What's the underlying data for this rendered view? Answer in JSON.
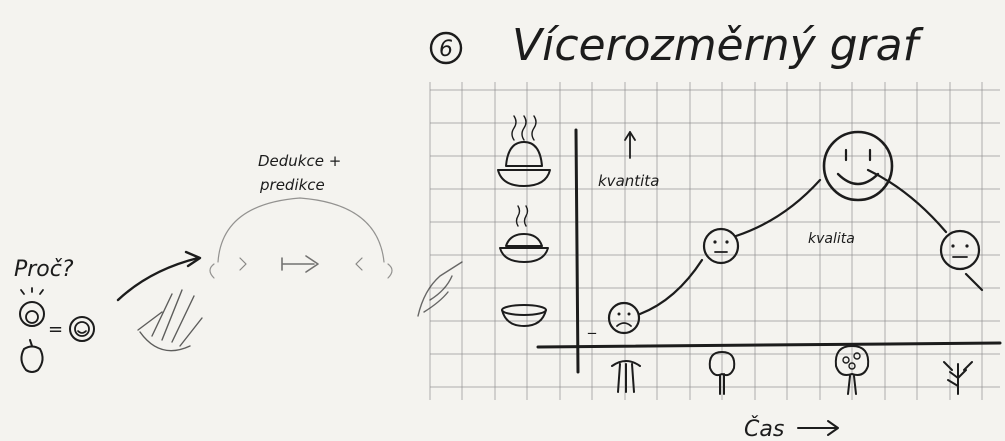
{
  "title": {
    "number": "6",
    "text": "Vícerozměrný graf"
  },
  "left": {
    "question": "Proč?",
    "head_caption_line1": "Dedukce +",
    "head_caption_line2": "predikce"
  },
  "chart": {
    "y_label": "kvantita",
    "curve_label": "kvalita",
    "x_label": "Čas",
    "minus_sign": "_"
  },
  "colors": {
    "ink": "#1c1c1c",
    "paper": "#f4f3ef",
    "grid": "#8a8a8a"
  }
}
